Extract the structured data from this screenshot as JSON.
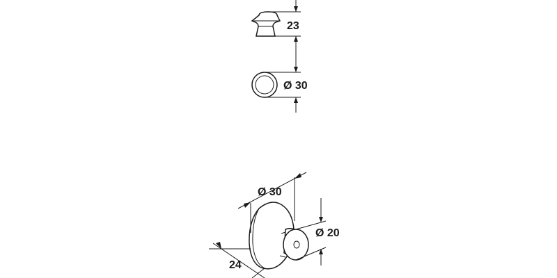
{
  "side_view": {
    "height_label": "23"
  },
  "top_view": {
    "diameter_label": "Ø 30"
  },
  "perspective_view": {
    "head_diameter_label": "Ø 30",
    "base_diameter_label": "Ø 20",
    "depth_label": "24"
  },
  "colors": {
    "ink": "#1a1a1a",
    "background": "#ffffff"
  }
}
